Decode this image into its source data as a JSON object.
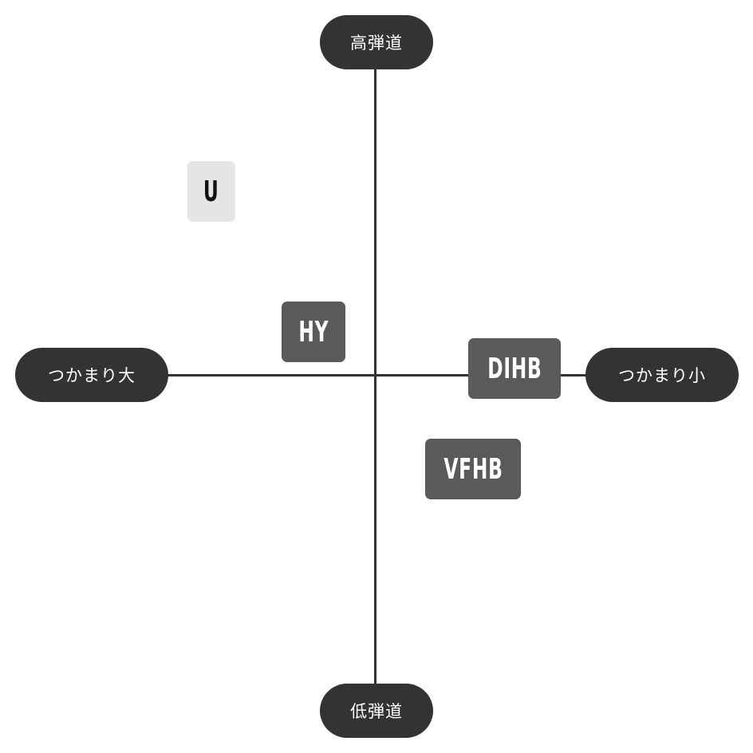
{
  "axes": {
    "top_label": "高弾道",
    "bottom_label": "低弾道",
    "left_label": "つかまり大",
    "right_label": "つかまり小"
  },
  "items": [
    {
      "label": "U",
      "style": "light"
    },
    {
      "label": "HY",
      "style": "dark"
    },
    {
      "label": "DIHB",
      "style": "dark"
    },
    {
      "label": "VFHB",
      "style": "dark"
    }
  ],
  "colors": {
    "axis": "#333333",
    "pill_bg": "#333333",
    "tag_dark_bg": "#5a5a5a",
    "tag_light_bg": "#e5e5e5"
  }
}
